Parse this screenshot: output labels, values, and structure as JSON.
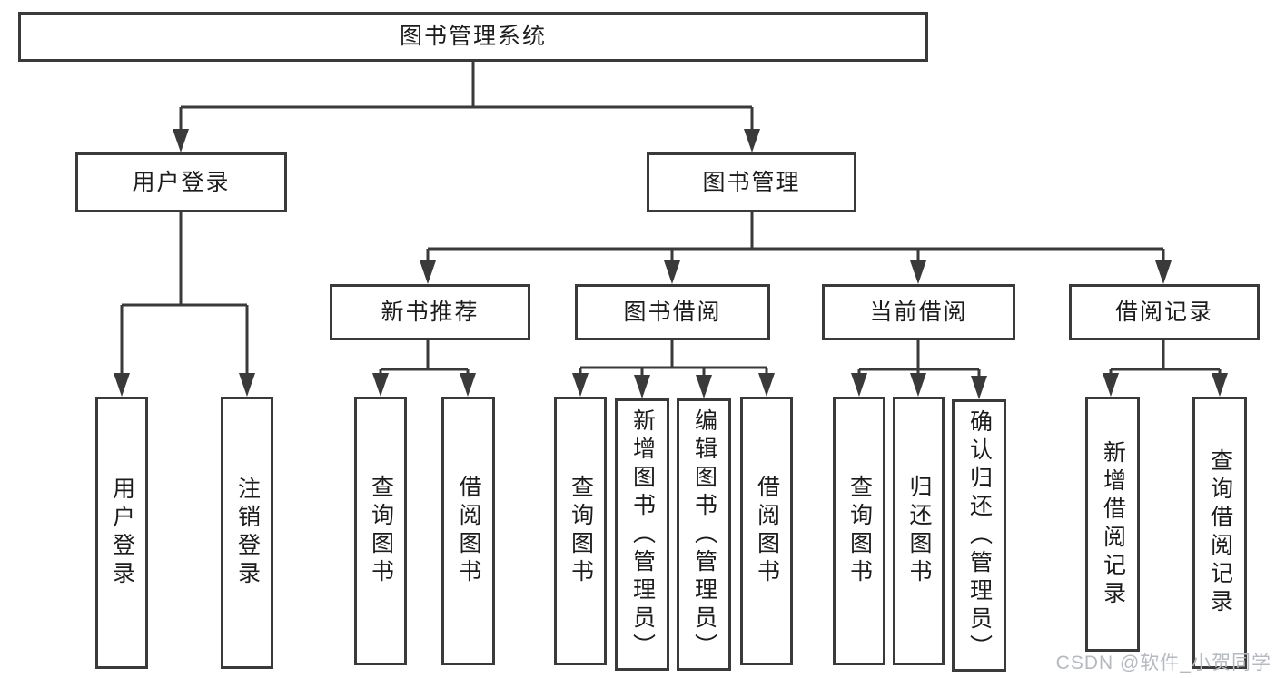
{
  "colors": {
    "line": "#3a3a3a",
    "border": "#3a3a3a",
    "text": "#1c1c1c",
    "watermark": "#b5b9c0",
    "background": "#ffffff"
  },
  "nodes": {
    "root": {
      "label": "图书管理系统"
    },
    "level2": [
      {
        "label": "用户登录"
      },
      {
        "label": "图书管理"
      }
    ],
    "level3": [
      {
        "label": "新书推荐"
      },
      {
        "label": "图书借阅"
      },
      {
        "label": "当前借阅"
      },
      {
        "label": "借阅记录"
      }
    ],
    "leaves": {
      "user_login": [
        {
          "label": "用户登录"
        },
        {
          "label": "注销登录"
        }
      ],
      "new_book": [
        {
          "label": "查询图书"
        },
        {
          "label": "借阅图书"
        }
      ],
      "book_borrow": [
        {
          "label": "查询图书"
        },
        {
          "label": "新增图书（管理员）"
        },
        {
          "label": "编辑图书（管理员）"
        },
        {
          "label": "借阅图书"
        }
      ],
      "current_borrow": [
        {
          "label": "查询图书"
        },
        {
          "label": "归还图书"
        },
        {
          "label": "确认归还（管理员）"
        }
      ],
      "borrow_record": [
        {
          "label": "新增借阅记录"
        },
        {
          "label": "查询借阅记录"
        }
      ]
    }
  },
  "watermark": {
    "text": "CSDN @软件_小贺同学"
  }
}
